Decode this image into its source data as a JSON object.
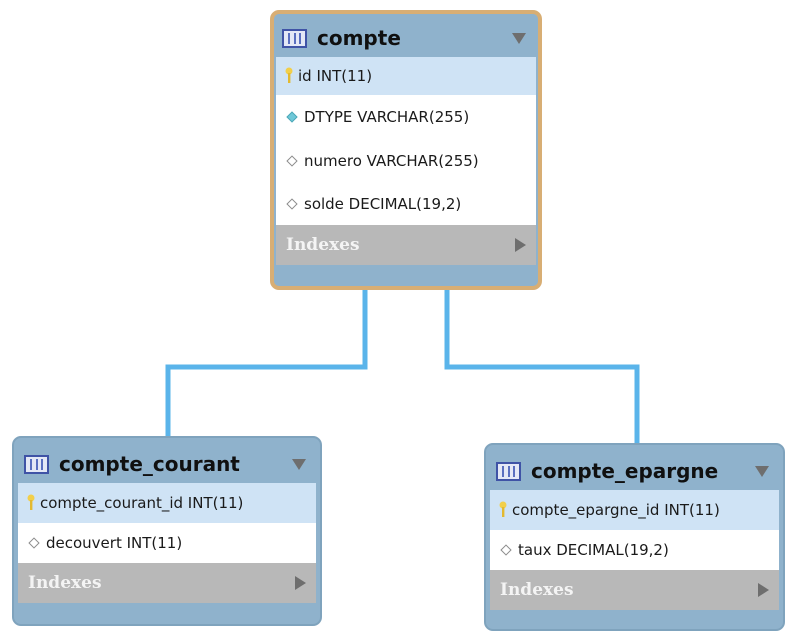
{
  "colors": {
    "connector": "#5ab4ea",
    "table_frame": "#8fb2cc",
    "selected_border": "#d8ae74",
    "primary_key_row": "#cfe3f5",
    "indexes_bar": "#b8b8b8",
    "key_icon": "#f2cf4a"
  },
  "tables": [
    {
      "id": "compte",
      "name": "compte",
      "selected": true,
      "columns": [
        {
          "text": "id INT(11)",
          "icon": "key-icon"
        },
        {
          "text": "DTYPE VARCHAR(255)",
          "icon": "filled-diamond-icon"
        },
        {
          "text": "numero VARCHAR(255)",
          "icon": "diamond-icon"
        },
        {
          "text": "solde DECIMAL(19,2)",
          "icon": "diamond-icon"
        }
      ],
      "indexes_label": "Indexes"
    },
    {
      "id": "compte_courant",
      "name": "compte_courant",
      "selected": false,
      "columns": [
        {
          "text": "compte_courant_id INT(11)",
          "icon": "key-icon"
        },
        {
          "text": "decouvert INT(11)",
          "icon": "diamond-icon"
        }
      ],
      "indexes_label": "Indexes"
    },
    {
      "id": "compte_epargne",
      "name": "compte_epargne",
      "selected": false,
      "columns": [
        {
          "text": "compte_epargne_id INT(11)",
          "icon": "key-icon"
        },
        {
          "text": "taux DECIMAL(19,2)",
          "icon": "diamond-icon"
        }
      ],
      "indexes_label": "Indexes"
    }
  ]
}
